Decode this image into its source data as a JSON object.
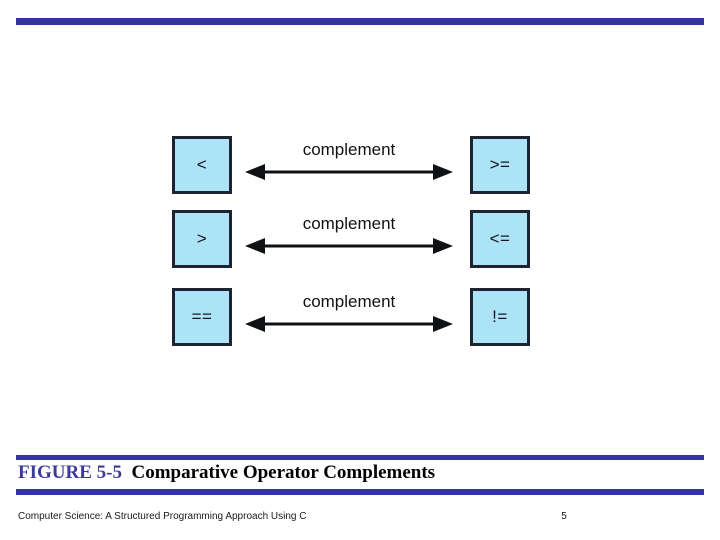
{
  "slide": {
    "accent_color": "#3333aa",
    "box_fill_color": "#ace3f7",
    "box_border_color": "#1b2430",
    "background_color": "#ffffff"
  },
  "diagram": {
    "rows": [
      {
        "left_operator": "<",
        "relation": "complement",
        "right_operator": ">="
      },
      {
        "left_operator": ">",
        "relation": "complement",
        "right_operator": "<="
      },
      {
        "left_operator": "==",
        "relation": "complement",
        "right_operator": "!="
      }
    ]
  },
  "caption": {
    "figure_number": "FIGURE 5-5",
    "title": "Comparative Operator Complements"
  },
  "footer": {
    "book_title": "Computer Science: A Structured Programming Approach Using C",
    "page_number": "5"
  }
}
